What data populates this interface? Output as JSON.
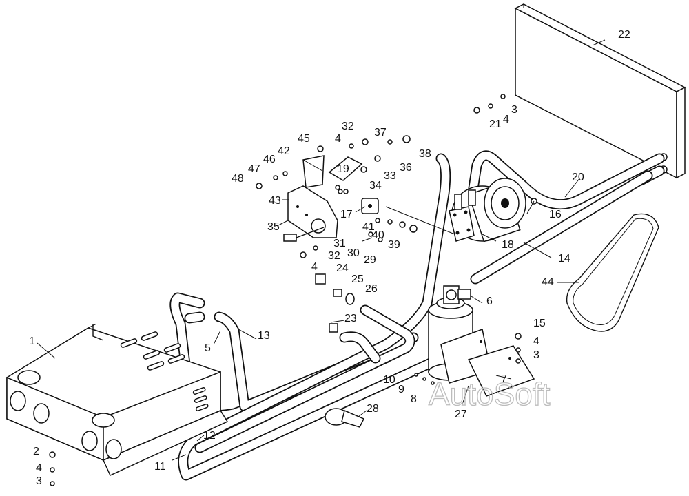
{
  "callouts": [
    "1",
    "2",
    "3",
    "4",
    "5",
    "6",
    "7",
    "8",
    "9",
    "10",
    "11",
    "12",
    "13",
    "14",
    "15",
    "16",
    "17",
    "18",
    "19",
    "20",
    "21",
    "22",
    "23",
    "24",
    "25",
    "26",
    "27",
    "28",
    "29",
    "30",
    "31",
    "32",
    "33",
    "34",
    "35",
    "36",
    "37",
    "38",
    "39",
    "40",
    "41",
    "42",
    "43",
    "44",
    "45",
    "46",
    "47",
    "48"
  ],
  "watermark": "AutoSoft"
}
